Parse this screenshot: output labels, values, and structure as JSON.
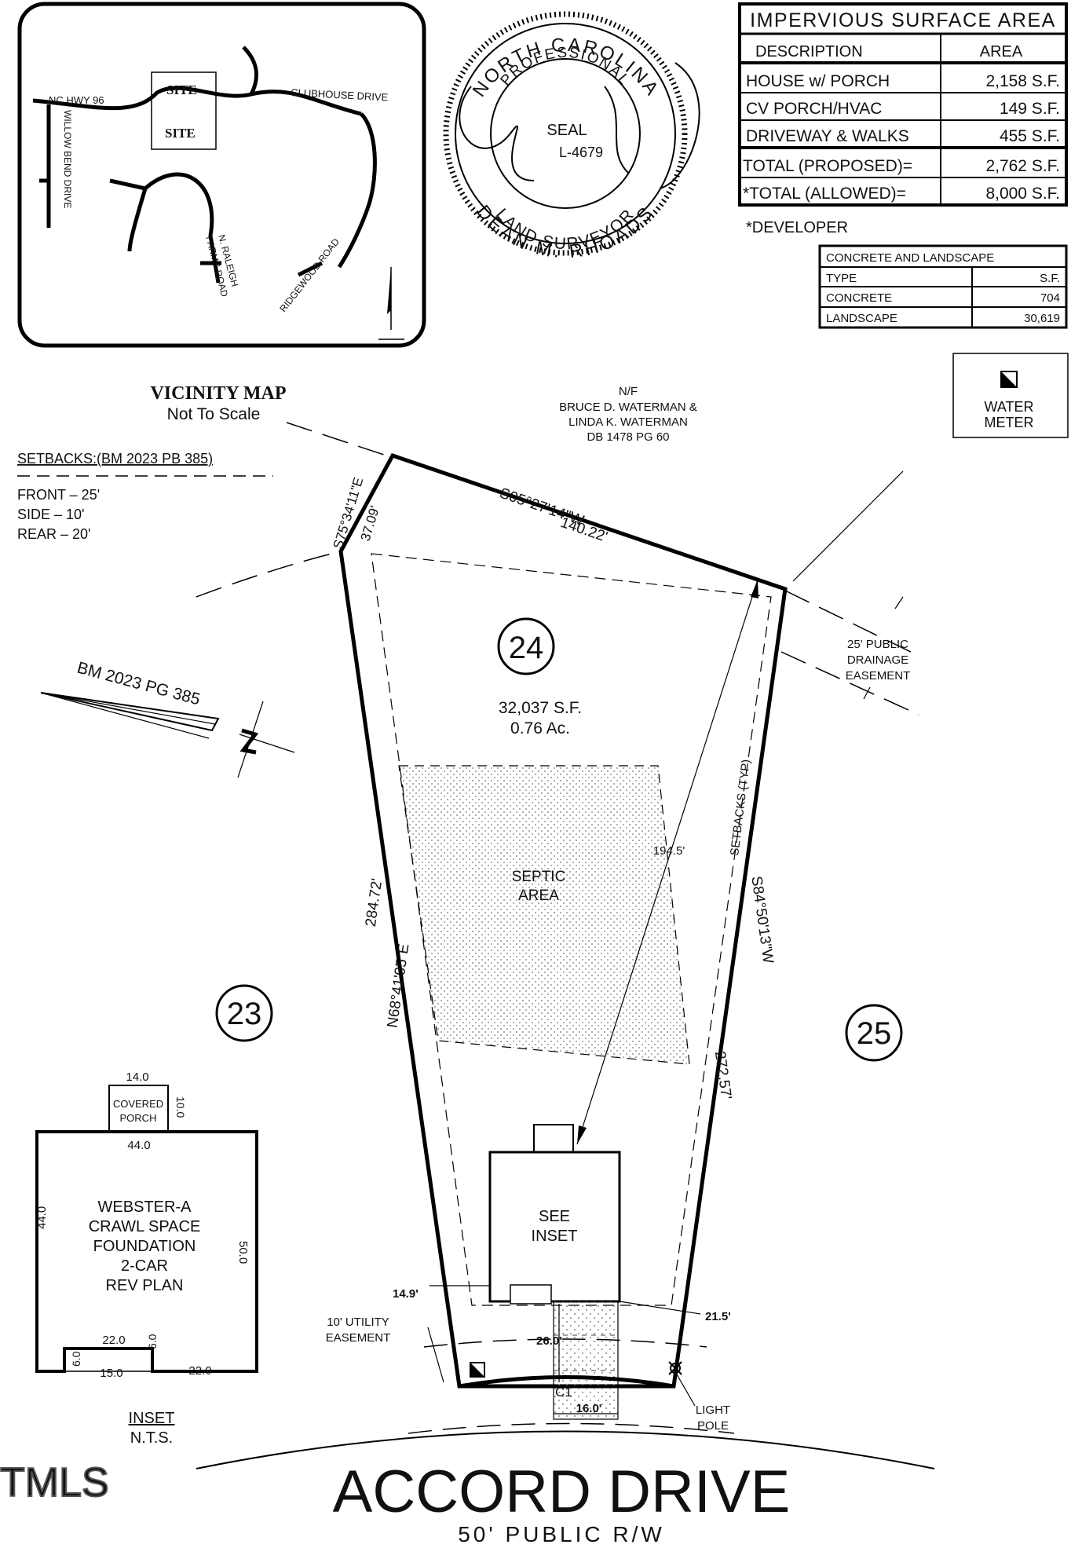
{
  "vicinity_map": {
    "title": "VICINITY MAP",
    "subtitle": "Not To Scale",
    "roads": {
      "nc_hwy_96": "NC HWY 96",
      "clubhouse": "CLUBHOUSE DRIVE",
      "willow_bend": "WILLOW BEND DRIVE",
      "raleigh_farms_1": "N. RALEIGH",
      "raleigh_farms_2": "FARMS ROAD",
      "ridgewood": "RIDGEWOOD ROAD"
    },
    "site_labels": [
      "SITE",
      "SITE"
    ]
  },
  "seal": {
    "top_text": "NORTH CAROLINA",
    "professional": "PROFESSIONAL",
    "center": "SEAL",
    "number": "L-4679",
    "land_surveyor": "LAND SURVEYOR",
    "name": "DEAN M. RHOADS"
  },
  "impervious_table": {
    "title": "IMPERVIOUS SURFACE AREA",
    "headers": [
      "DESCRIPTION",
      "AREA"
    ],
    "rows": [
      [
        "HOUSE w/ PORCH",
        "2,158 S.F."
      ],
      [
        "CV PORCH/HVAC",
        "149 S.F."
      ],
      [
        "DRIVEWAY & WALKS",
        "455 S.F."
      ]
    ],
    "totals": [
      [
        "TOTAL (PROPOSED)=",
        "2,762 S.F."
      ],
      [
        "*TOTAL (ALLOWED)=",
        "8,000 S.F."
      ]
    ],
    "footnote": "*DEVELOPER"
  },
  "landscape_table": {
    "title": "CONCRETE AND LANDSCAPE",
    "headers": [
      "TYPE",
      "S.F."
    ],
    "rows": [
      [
        "CONCRETE",
        "704"
      ],
      [
        "LANDSCAPE",
        "30,619"
      ]
    ]
  },
  "water_meter": {
    "line1": "WATER",
    "line2": "METER"
  },
  "owner": {
    "line1": "N/F",
    "line2": "BRUCE D. WATERMAN &",
    "line3": "LINDA K. WATERMAN",
    "line4": "DB 1478 PG 60"
  },
  "setbacks": {
    "title": "SETBACKS:(BM 2023 PB 385)",
    "front": "FRONT – 25'",
    "side": "SIDE – 10'",
    "rear": "REAR – 20'"
  },
  "bm_label": "BM 2023 PG 385",
  "lot": {
    "number": "24",
    "area_sf": "32,037 S.F.",
    "area_ac": "0.76 Ac.",
    "septic_1": "SEPTIC",
    "septic_2": "AREA",
    "inset_1": "SEE",
    "inset_2": "INSET",
    "setbacks_typ": "SETBACKS (TYP)"
  },
  "adjacent_lots": {
    "left": "23",
    "right": "25"
  },
  "bearings": {
    "top_left_bearing": "S75°34'11\"E",
    "top_left_distance": "37.09'",
    "top_bearing": "S05°27'14\"W",
    "top_distance": "140.22'",
    "left_bearing": "N68°41'05\"E",
    "left_distance": "284.72'",
    "right_bearing": "S84°50'13\"W",
    "right_distance": "272.57'"
  },
  "dimensions": {
    "diagonal": "194.5'",
    "left_offset": "14.9'",
    "right_offset": "21.5'",
    "drive_length": "26.0'",
    "drive_width": "16.0'",
    "curve": "C1"
  },
  "easements": {
    "drainage_1": "25' PUBLIC",
    "drainage_2": "DRAINAGE",
    "drainage_3": "EASEMENT",
    "utility_1": "10' UTILITY",
    "utility_2": "EASEMENT",
    "light_1": "LIGHT",
    "light_2": "POLE"
  },
  "inset": {
    "dim_top": "14.0",
    "porch_1": "COVERED",
    "porch_2": "PORCH",
    "porch_depth": "10.0",
    "width": "44.0",
    "left_depth": "44.0",
    "right_depth": "50.0",
    "plan_1": "WEBSTER-A",
    "plan_2": "CRAWL SPACE",
    "plan_3": "FOUNDATION",
    "plan_4": "2-CAR",
    "plan_5": "REV PLAN",
    "dim_22a": "22.0",
    "dim_6a": "6.0",
    "dim_6b": "6.0",
    "dim_15": "15.0",
    "dim_22b": "22.0",
    "label": "INSET",
    "scale": "N.T.S."
  },
  "street": {
    "name": "ACCORD DRIVE",
    "row": "50' PUBLIC R/W"
  },
  "watermark": "TMLS"
}
